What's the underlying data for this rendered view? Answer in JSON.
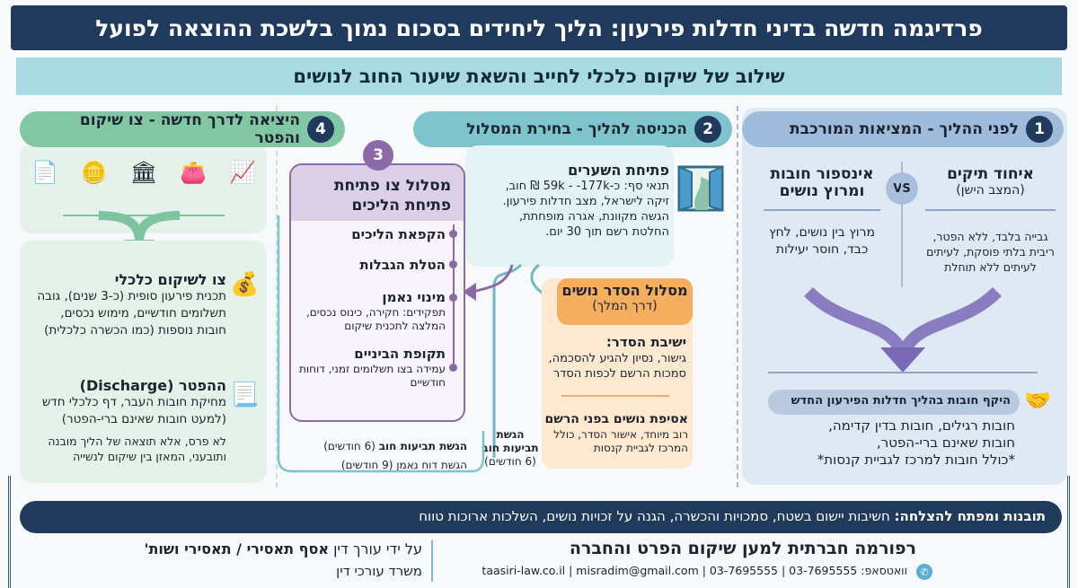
{
  "title": "פרדיגמה חדשה בדיני חדלות פירעון: הליך ליחידים בסכום נמוך בלשכת ההוצאה לפועל",
  "subtitle": "שילוב של שיקום כלכלי לחייב והשאת שיעור החוב לנושים",
  "col1": {
    "num": "1",
    "header": "לפני ההליך - המציאות המורכבת",
    "vs": "VS",
    "right_title": "איחוד תיקים",
    "right_sub": "(המצב הישן)",
    "right_text": "גבייה בלבד, ללא הפטר, ריבית בלתי פוסקת, לעיתים לעיתים ללא תוחלת",
    "left_title": "אינספור חובות ומרוץ נושים",
    "left_text": "מרוץ בין נושים, לחץ כבד, חוסר יעילות",
    "scope_title": "היקף חובות בהליך חדלות הפירעון החדש",
    "scope_text": [
      "חובות רגילים, חובות בדין קדימה,",
      "חובות שאינם ברי-הפטר,",
      "*כולל חובות למרכז לגביית קנסות*"
    ]
  },
  "col2": {
    "num": "2",
    "header": "הכניסה להליך - בחירת המסלול",
    "gates_title": "פתיחת השערים",
    "gates_text": [
      "תנאי סף: כ-59k - -177k ₪ חוב,",
      "זיקה לישראל, מצב חדלות פירעון.",
      "הגשה מקוונת, אגרה מופחתת,",
      "החלטת רשם תוך 30 יום."
    ],
    "arr_title": "מסלול הסדר נושים",
    "arr_sub": "(דרך המלך)",
    "meet_title": "ישיבת הסדר:",
    "meet_text": "גישור, נסיון להגיע להסכמה, סמכות הרשם לכפות הסדר",
    "assembly_title": "אסיפת נושים בפני הרשם",
    "assembly_text": "רוב מיוחד, אישור הסדר, כולל המרכז לגביית קנסות",
    "claims_label": [
      "הגשת",
      "תביעות חוב",
      "(6 חודשים)"
    ]
  },
  "col3box": {
    "num": "3",
    "title": "מסלול צו פתיחת פתיחת הליכים",
    "items": [
      {
        "title": "הקפאת הליכים",
        "text": ""
      },
      {
        "title": "הטלת הגבלות",
        "text": ""
      },
      {
        "title": "מינוי נאמן",
        "text": "תפקידים: חקירה, כינוס נכסים, המלצה לתכנית שיקום"
      },
      {
        "title": "תקופת הביניים",
        "text": "עמידה בצו תשלומים זמני, דוחות חודשיים"
      }
    ],
    "below": [
      {
        "bold": "הגשת תביעות חוב",
        "rest": " (6 חודשים)"
      },
      {
        "bold": "",
        "rest": "הגשת דוח נאמן (9 חודשים)"
      }
    ]
  },
  "col4": {
    "num": "4",
    "header": "היציאה לדרך חדשה - צו שיקום והפטר",
    "rehab_title": "צו לשיקום כלכלי",
    "rehab_text": "תכנית פירעון סופית (כ-3 שנים), גובה תשלומים חודשיים, מימוש נכסים, חובות נוספות (כמו הכשרה כלכלית)",
    "discharge_title": "ההפטר (Discharge)",
    "discharge_text": "מחיקת חובות העבר, דף כלכלי חדש (למעט חובות שאינם ברי-הפטר)",
    "discharge_note": "לא פרס, אלא תוצאה של הליך מובנה ותובעני, המאזן בין שיקום לנשייה"
  },
  "insight": {
    "bold": "תובנות ומפתח להצלחה:",
    "text": " חשיבות יישום בשטח, סמכויות והכשרה, הגנה על זכויות נושים, השלכות ארוכות טווח"
  },
  "footer": {
    "reform": "רפורמה חברתית למען שיקום הפרט והחברה",
    "contact": "וואטסאפ: 03-7695555 | taasiri-law.co.il | misradim@gmail.com | 03-7695555",
    "by_pre": "על ידי עורך דין ",
    "by_bold": "אסף תאסירי / תאסירי ושות'",
    "firm": "משרד עורכי דין"
  }
}
